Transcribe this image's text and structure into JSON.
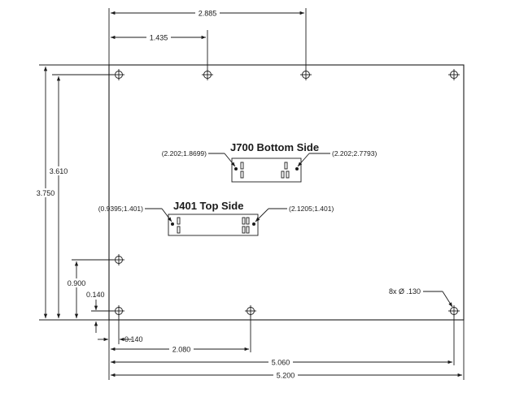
{
  "dimensions": {
    "top_outer": "2.885",
    "top_inner": "1.435",
    "left_outer": "3.750",
    "left_inner": "3.610",
    "left_hole": "0.900",
    "left_small": "0.140",
    "bottom_small": "0.140",
    "bottom_hole": "2.080",
    "bottom_inner": "5.060",
    "bottom_outer": "5.200"
  },
  "holes_note": "8x Ø .130",
  "connectors": {
    "j700": {
      "title": "J700 Bottom Side",
      "left_coord": "(2.202;1.8699)",
      "right_coord": "(2.202;2.7793)"
    },
    "j401": {
      "title": "J401 Top Side",
      "left_coord": "(0.9395;1.401)",
      "right_coord": "(2.1205;1.401)"
    }
  },
  "colors": {
    "line": "#1a1a1a",
    "background": "#ffffff"
  }
}
